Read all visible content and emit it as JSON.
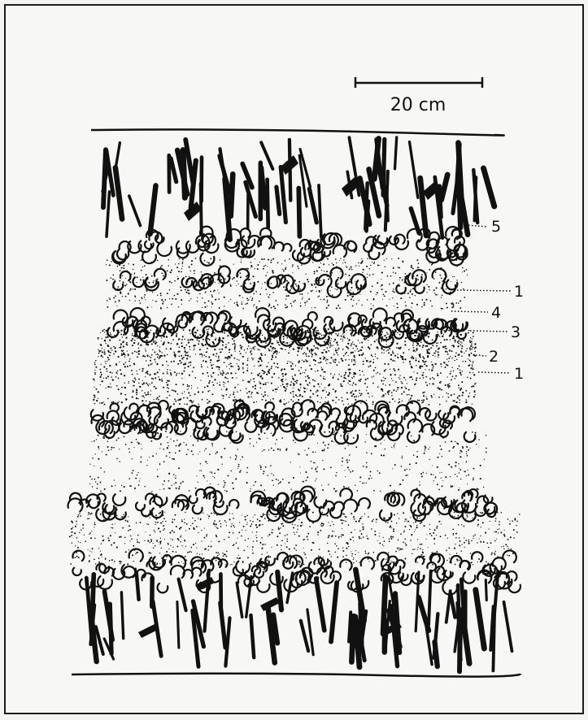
{
  "scale_bar": {
    "label": "20 cm"
  },
  "layer_labels": [
    {
      "id": "label-5",
      "text": "5"
    },
    {
      "id": "label-1-upper",
      "text": "1"
    },
    {
      "id": "label-4",
      "text": "4"
    },
    {
      "id": "label-3",
      "text": "3"
    },
    {
      "id": "label-2",
      "text": "2"
    },
    {
      "id": "label-1-lower",
      "text": "1"
    }
  ],
  "colors": {
    "ink": "#111111",
    "paper": "#f7f7f5"
  }
}
